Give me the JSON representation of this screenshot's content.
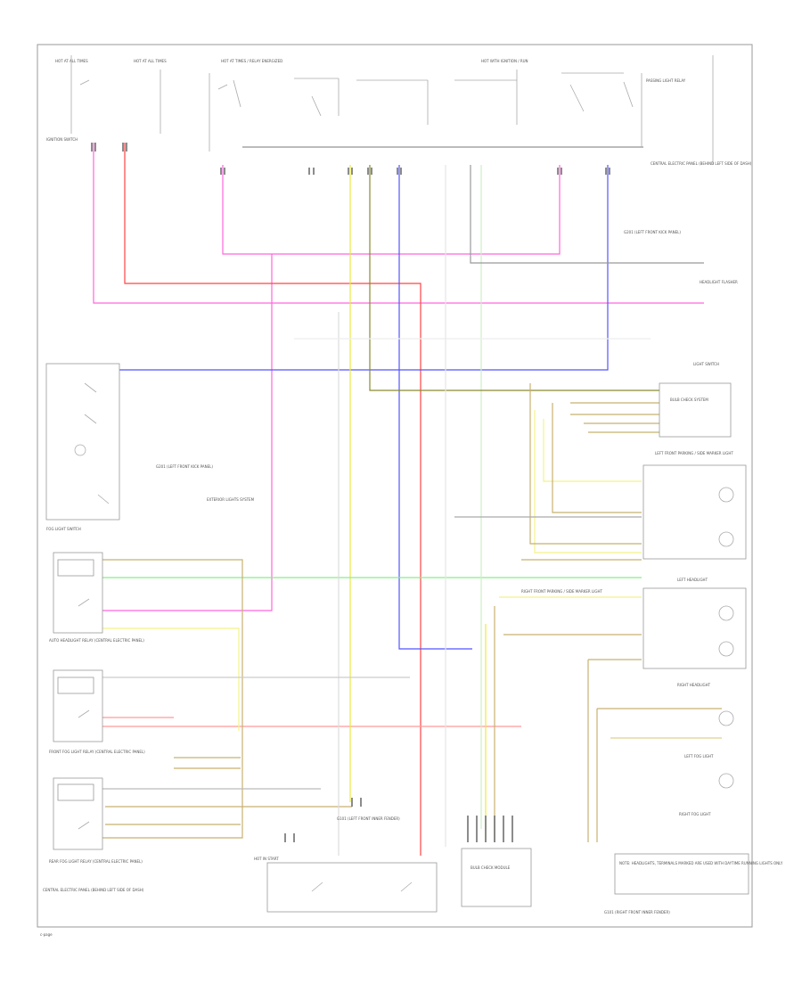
{
  "title": "Lighting circuit wiring diagram",
  "page_code": "c-page",
  "labels": {
    "fuse_top_1": "HOT AT ALL TIMES",
    "fuse_top_2": "HOT AT ALL TIMES",
    "fuse_top_3": "HOT AT TIMES / RELAY ENERGIZED",
    "fuse_top_4": "HOT WITH IGNITION / RUN",
    "ignition_switch": "IGNITION SWITCH",
    "relay_top_right": "PASSING LIGHT RELAY",
    "central_junction": "CENTRAL ELECTRIC PANEL (BEHIND LEFT SIDE OF DASH)",
    "ground_top_right": "G201 (LEFT FRONT KICK PANEL)",
    "headlight_flash": "HEADLIGHT FLASHER",
    "light_switch": "LIGHT SWITCH",
    "fog_light_switch": "FOG LIGHT SWITCH",
    "ground_mid_left": "G201 (LEFT FRONT KICK PANEL)",
    "exterior_lights": "EXTERIOR LIGHTS SYSTEM",
    "left_front_parking": "LEFT FRONT PARKING / SIDE MARKER LIGHT",
    "bulb_check_1": "BULB CHECK SYSTEM",
    "left_headlight": "LEFT HEADLIGHT",
    "right_headlight": "RIGHT HEADLIGHT",
    "left_fog": "LEFT FOG LIGHT",
    "right_fog": "RIGHT FOG LIGHT",
    "auto_headlight_relay": "AUTO HEADLIGHT RELAY (CENTRAL ELECTRIC PANEL)",
    "front_fog_relay": "FRONT FOG LIGHT RELAY (CENTRAL ELECTRIC PANEL)",
    "rear_fog_relay": "REAR FOG LIGHT RELAY (CENTRAL ELECTRIC PANEL)",
    "central_electric_panel": "CENTRAL ELECTRIC PANEL (BEHIND LEFT SIDE OF DASH)",
    "hot_in_start": "HOT IN START",
    "ground_bottom_mid": "G101 (LEFT FRONT INNER FENDER)",
    "bulb_check_module": "BULB CHECK MODULE",
    "right_front_parking": "RIGHT FRONT PARKING / SIDE MARKER LIGHT",
    "ground_bottom_right": "G101 (RIGHT FRONT INNER FENDER)",
    "note_box": "NOTE: HEADLIGHTS, TERMINALS MARKED ARE USED WITH DAYTIME RUNNING LIGHTS ONLY"
  },
  "wire_colors": {
    "pink": "#ff66dd",
    "red": "#ff4444",
    "blue": "#5555ff",
    "yellow": "#e8e840",
    "green": "#88ee88",
    "tan": "#c8b070",
    "olive": "#8a8a30",
    "grey": "#999999",
    "light_red": "#ff9999"
  }
}
